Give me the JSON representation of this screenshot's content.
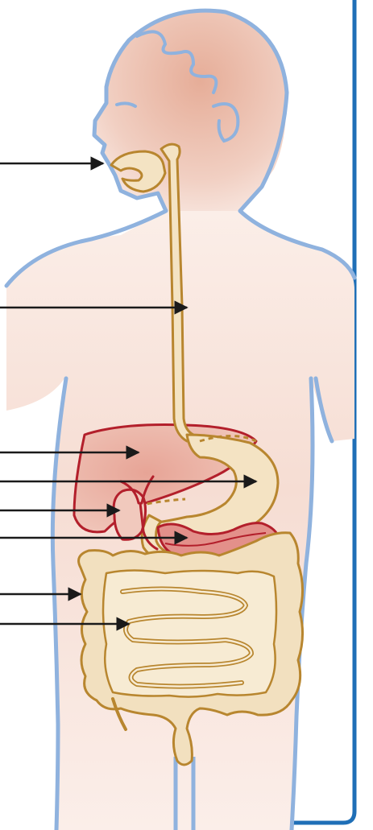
{
  "diagram": {
    "colors": {
      "frame": "#1f6fb7",
      "body_outline": "#8fb2de",
      "body_fill": "#f3d6cc",
      "head_fill": "#e9b8a6",
      "tract_outline": "#b8862f",
      "tract_fill": "#f4e3c3",
      "organ_outline": "#b31f2b",
      "liver_fill": "#e6a89c",
      "pancreas_fill": "#e3908a",
      "arrow": "#1a1a1a"
    },
    "pointers": [
      {
        "id": "mouth",
        "label": ""
      },
      {
        "id": "esophagus",
        "label": ""
      },
      {
        "id": "liver",
        "label": ""
      },
      {
        "id": "stomach",
        "label": ""
      },
      {
        "id": "gallbladder",
        "label": ""
      },
      {
        "id": "pancreas",
        "label": ""
      },
      {
        "id": "large-intestine",
        "label": ""
      },
      {
        "id": "small-intestine",
        "label": ""
      }
    ]
  }
}
